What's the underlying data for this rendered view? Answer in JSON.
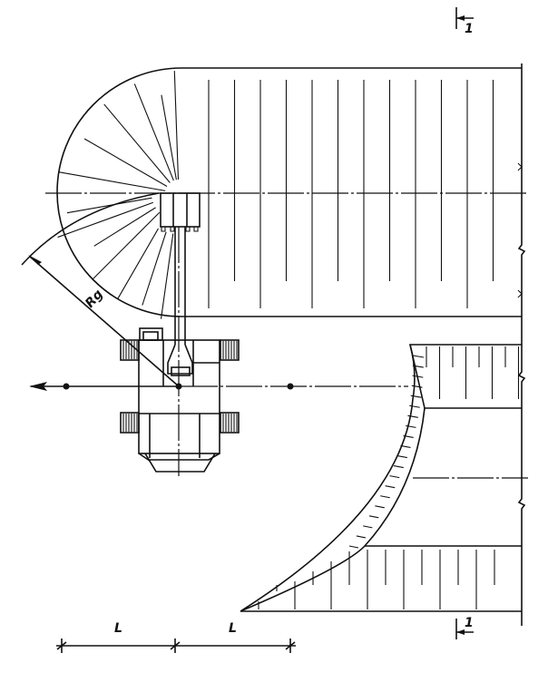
{
  "drawing": {
    "section_marker_top": "1",
    "section_marker_bottom": "1",
    "radius_label": "Rg",
    "scale_bar": {
      "left_label": "L",
      "right_label": "L"
    },
    "line_color": "#111111",
    "background": "#ffffff"
  }
}
